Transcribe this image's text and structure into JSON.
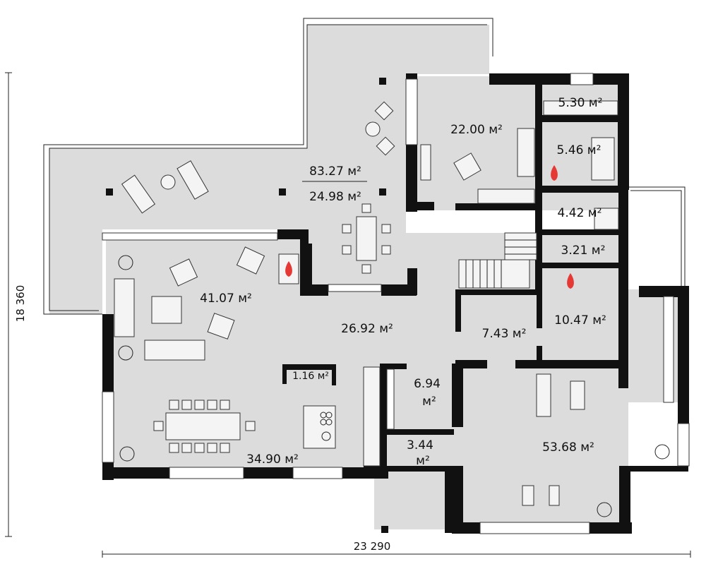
{
  "plan": {
    "dimensions": {
      "width_label": "23 290",
      "height_label": "18 360"
    },
    "rooms": [
      {
        "id": "terrace-total",
        "label": "83.27 м²"
      },
      {
        "id": "terrace-covered",
        "label": "24.98 м²"
      },
      {
        "id": "room-22",
        "label": "22.00 м²"
      },
      {
        "id": "room-5-30",
        "label": "5.30 м²"
      },
      {
        "id": "room-5-46",
        "label": "5.46 м²"
      },
      {
        "id": "room-4-42",
        "label": "4.42 м²"
      },
      {
        "id": "room-3-21",
        "label": "3.21 м²"
      },
      {
        "id": "living",
        "label": "41.07 м²"
      },
      {
        "id": "hall",
        "label": "26.92 м²"
      },
      {
        "id": "room-7-43",
        "label": "7.43 м²"
      },
      {
        "id": "room-10-47",
        "label": "10.47 м²"
      },
      {
        "id": "pantry",
        "label": "1.16 м²"
      },
      {
        "id": "room-6-94-a",
        "label": "6.94"
      },
      {
        "id": "room-6-94-b",
        "label": "м²"
      },
      {
        "id": "room-3-44-a",
        "label": "3.44"
      },
      {
        "id": "room-3-44-b",
        "label": "м²"
      },
      {
        "id": "garage",
        "label": "53.68 м²"
      },
      {
        "id": "kitchen-dining",
        "label": "34.90 м²"
      }
    ],
    "icons": [
      "fireplace-icon",
      "plant-icon",
      "gym-equipment-icon",
      "stair-icon"
    ]
  }
}
